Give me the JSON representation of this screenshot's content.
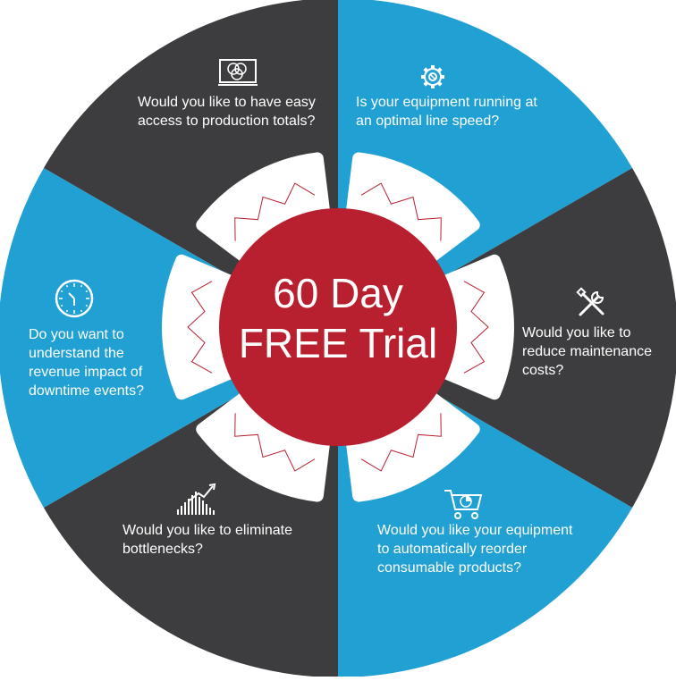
{
  "colors": {
    "dark": "#3d3d3f",
    "blue": "#21a0d3",
    "red": "#b8202f",
    "white": "#ffffff"
  },
  "center": {
    "line1": "60 Day",
    "line2": "FREE Trial"
  },
  "segments": [
    {
      "id": "top-left",
      "icon": "monitor-venn-icon",
      "lines": [
        "Would you like to have easy",
        "access to production totals?"
      ]
    },
    {
      "id": "top-right",
      "icon": "gear-icon",
      "lines": [
        "Is your equipment running at",
        "an optimal line speed?"
      ]
    },
    {
      "id": "right",
      "icon": "wrench-screwdriver-icon",
      "lines": [
        "Would you like to",
        "reduce maintenance",
        "costs?"
      ]
    },
    {
      "id": "bottom-right",
      "icon": "shopping-cart-chart-icon",
      "lines": [
        "Would you like your equipment",
        "to automatically reorder",
        "consumable products?"
      ]
    },
    {
      "id": "bottom-left",
      "icon": "bar-chart-trend-icon",
      "lines": [
        "Would you like to eliminate",
        "bottlenecks?"
      ]
    },
    {
      "id": "left",
      "icon": "clock-icon",
      "lines": [
        "Do you want to",
        "understand the",
        "revenue impact of",
        "downtime events?"
      ]
    }
  ]
}
